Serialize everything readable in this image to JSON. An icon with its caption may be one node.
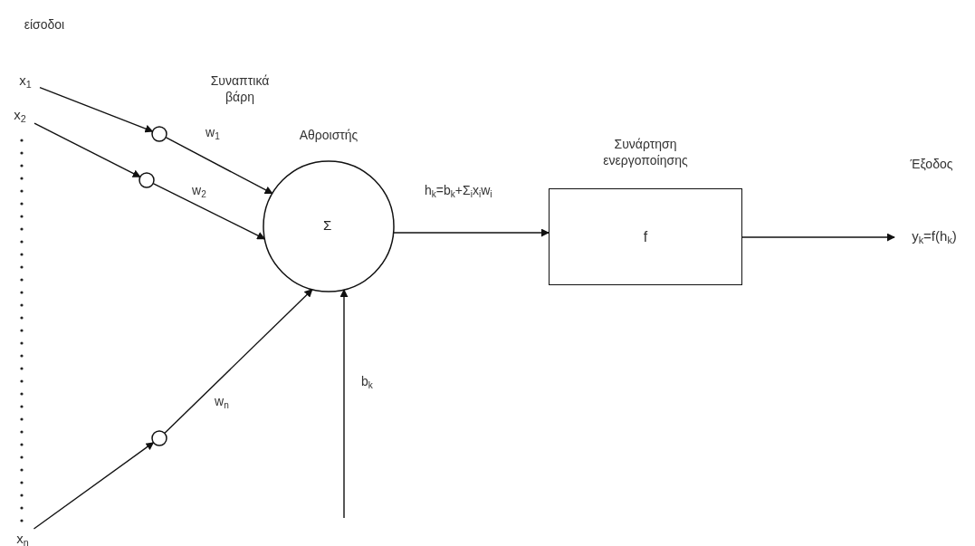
{
  "diagram": {
    "nodes": [
      {
        "text": [
          "x$_{1}$"
        ]
      },
      {
        "text": [
          "x$_{2}$"
        ]
      },
      {
        "text": [
          "x$_{n}$"
        ]
      },
      {
        "text": [],
        "shape": "circle"
      },
      {
        "text": [],
        "shape": "circle"
      },
      {
        "text": [],
        "shape": "circle"
      },
      {
        "text": [
          "Αθροιστής",
          "Σ"
        ]
      },
      {
        "text": [
          "Συνάρτηση ενεργοποίησης",
          "f"
        ]
      },
      {
        "text": [
          "y$_{k}$=f(h$_{k}$)"
        ]
      }
    ],
    "edges": [
      {
        "from": 0,
        "to": 3,
        "arrow": "to"
      },
      {
        "from": 3,
        "to": 6,
        "arrow": "to",
        "label": "w$_{1}$"
      },
      {
        "from": 1,
        "to": 4,
        "arrow": "to"
      },
      {
        "from": 4,
        "to": 6,
        "arrow": "to",
        "label": "w$_{2}$"
      },
      {
        "from": 2,
        "to": 5,
        "arrow": "to"
      },
      {
        "from": 5,
        "to": 6,
        "arrow": "to",
        "label": "w$_{n}$"
      },
      {
        "from": null,
        "to": 6,
        "arrow": "to",
        "label": "b$_{k}$"
      },
      {
        "from": 6,
        "to": 7,
        "arrow": "to",
        "label": "h$_{k}$=b$_{k}$+Σ$_{i}$x$_{i}$w$_{i}$"
      },
      {
        "from": 7,
        "to": 8,
        "arrow": "to"
      }
    ],
    "labels": [
      "είσοδοι",
      "Συναπτικά βάρη",
      "Έξοδος"
    ]
  }
}
